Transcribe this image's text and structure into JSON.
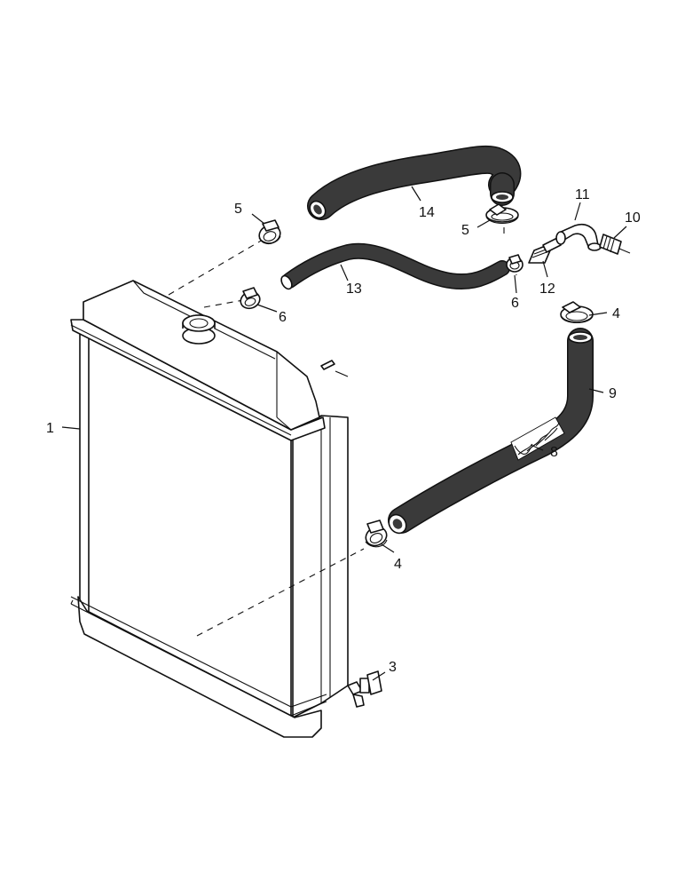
{
  "callouts": [
    {
      "id": "1",
      "text": "1"
    },
    {
      "id": "3",
      "text": "3"
    },
    {
      "id": "4a",
      "text": "4"
    },
    {
      "id": "4b",
      "text": "4"
    },
    {
      "id": "5a",
      "text": "5"
    },
    {
      "id": "5b",
      "text": "5"
    },
    {
      "id": "6a",
      "text": "6"
    },
    {
      "id": "6b",
      "text": "6"
    },
    {
      "id": "8",
      "text": "8"
    },
    {
      "id": "9",
      "text": "9"
    },
    {
      "id": "10",
      "text": "10"
    },
    {
      "id": "11",
      "text": "11"
    },
    {
      "id": "12",
      "text": "12"
    },
    {
      "id": "13",
      "text": "13"
    },
    {
      "id": "14",
      "text": "14"
    }
  ]
}
